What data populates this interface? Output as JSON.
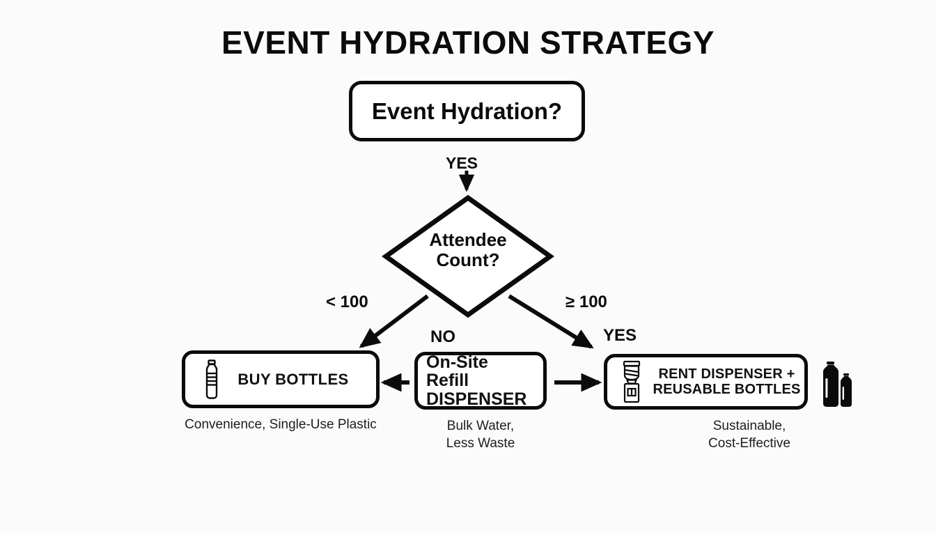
{
  "diagram": {
    "title": "EVENT HYDRATION STRATEGY",
    "background_color": "#fbfbfb",
    "ink_color": "#0b0b0b",
    "type": "flowchart"
  },
  "nodes": {
    "start": {
      "label": "Event Hydration?",
      "shape": "rounded-rect"
    },
    "decision": {
      "line1": "Attendee",
      "line2": "Count?",
      "shape": "diamond"
    },
    "buy_bottles": {
      "label": "BUY BOTTLES",
      "caption": "Convenience, Single-Use Plastic",
      "icon": "water-bottle-icon",
      "shape": "rounded-rect"
    },
    "refill_dispenser": {
      "line1": "On-Site Refill",
      "line2": "DISPENSER",
      "caption_line1": "Bulk Water,",
      "caption_line2": "Less Waste",
      "shape": "rounded-rect"
    },
    "rent_dispenser": {
      "line1": "RENT DISPENSER +",
      "line2": "REUSABLE BOTTLES",
      "caption_line1": "Sustainable,",
      "caption_line2": "Cost-Effective",
      "icon": "water-cooler-icon",
      "side_icon": "reusable-bottles-icon",
      "shape": "rounded-rect"
    }
  },
  "edges": {
    "start_to_decision": "YES",
    "decision_left": "< 100",
    "decision_right": "≥ 100",
    "center_left": "NO",
    "center_right": "YES"
  },
  "chart_data": {
    "type": "flowchart",
    "title": "EVENT HYDRATION STRATEGY",
    "nodes": [
      {
        "id": "start",
        "text": "Event Hydration?",
        "shape": "rounded-rect"
      },
      {
        "id": "decision",
        "text": "Attendee Count?",
        "shape": "diamond"
      },
      {
        "id": "buy",
        "text": "BUY BOTTLES",
        "shape": "rounded-rect",
        "note": "Convenience, Single-Use Plastic"
      },
      {
        "id": "refill",
        "text": "On-Site Refill DISPENSER",
        "shape": "rounded-rect",
        "note": "Bulk Water, Less Waste"
      },
      {
        "id": "rent",
        "text": "RENT DISPENSER + REUSABLE BOTTLES",
        "shape": "rounded-rect",
        "note": "Sustainable, Cost-Effective"
      }
    ],
    "links": [
      {
        "from": "start",
        "to": "decision",
        "label": "YES"
      },
      {
        "from": "decision",
        "to": "buy",
        "label": "< 100"
      },
      {
        "from": "decision",
        "to": "rent",
        "label": "≥ 100"
      },
      {
        "from": "refill",
        "to": "buy",
        "label": "NO"
      },
      {
        "from": "refill",
        "to": "rent",
        "label": "YES"
      }
    ]
  }
}
